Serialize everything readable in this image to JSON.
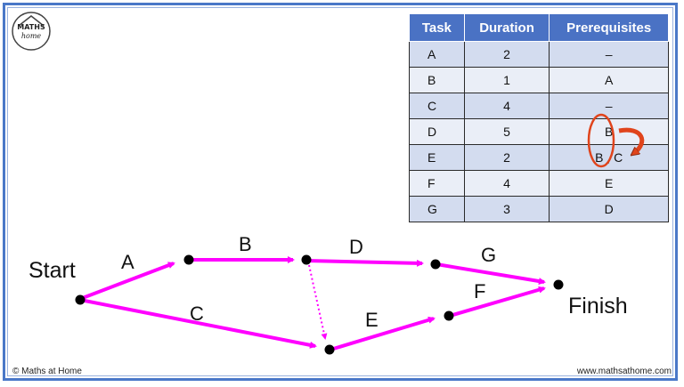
{
  "branding": {
    "logo_line1": "MATHS",
    "logo_line2": "home",
    "copyright": "© Maths at Home",
    "website": "www.mathsathome.com"
  },
  "table": {
    "headers": [
      "Task",
      "Duration",
      "Prerequisites"
    ],
    "rows": [
      {
        "task": "A",
        "duration": "2",
        "prerequisites": "–"
      },
      {
        "task": "B",
        "duration": "1",
        "prerequisites": "A"
      },
      {
        "task": "C",
        "duration": "4",
        "prerequisites": "–"
      },
      {
        "task": "D",
        "duration": "5",
        "prerequisites": "B"
      },
      {
        "task": "E",
        "duration": "2",
        "prerequisites": "B , C"
      },
      {
        "task": "F",
        "duration": "4",
        "prerequisites": "E"
      },
      {
        "task": "G",
        "duration": "3",
        "prerequisites": "D"
      }
    ]
  },
  "network": {
    "start_label": "Start",
    "finish_label": "Finish",
    "activity_labels": {
      "A": "A",
      "B": "B",
      "C": "C",
      "D": "D",
      "E": "E",
      "F": "F",
      "G": "G"
    },
    "dummy_activity": {
      "from": "D-start node",
      "to": "E-start node",
      "style": "dotted"
    }
  },
  "colors": {
    "arrow": "#ff00ff",
    "annotation": "#e0441c",
    "header": "#4a72c4",
    "frame": "#4a78c8"
  }
}
